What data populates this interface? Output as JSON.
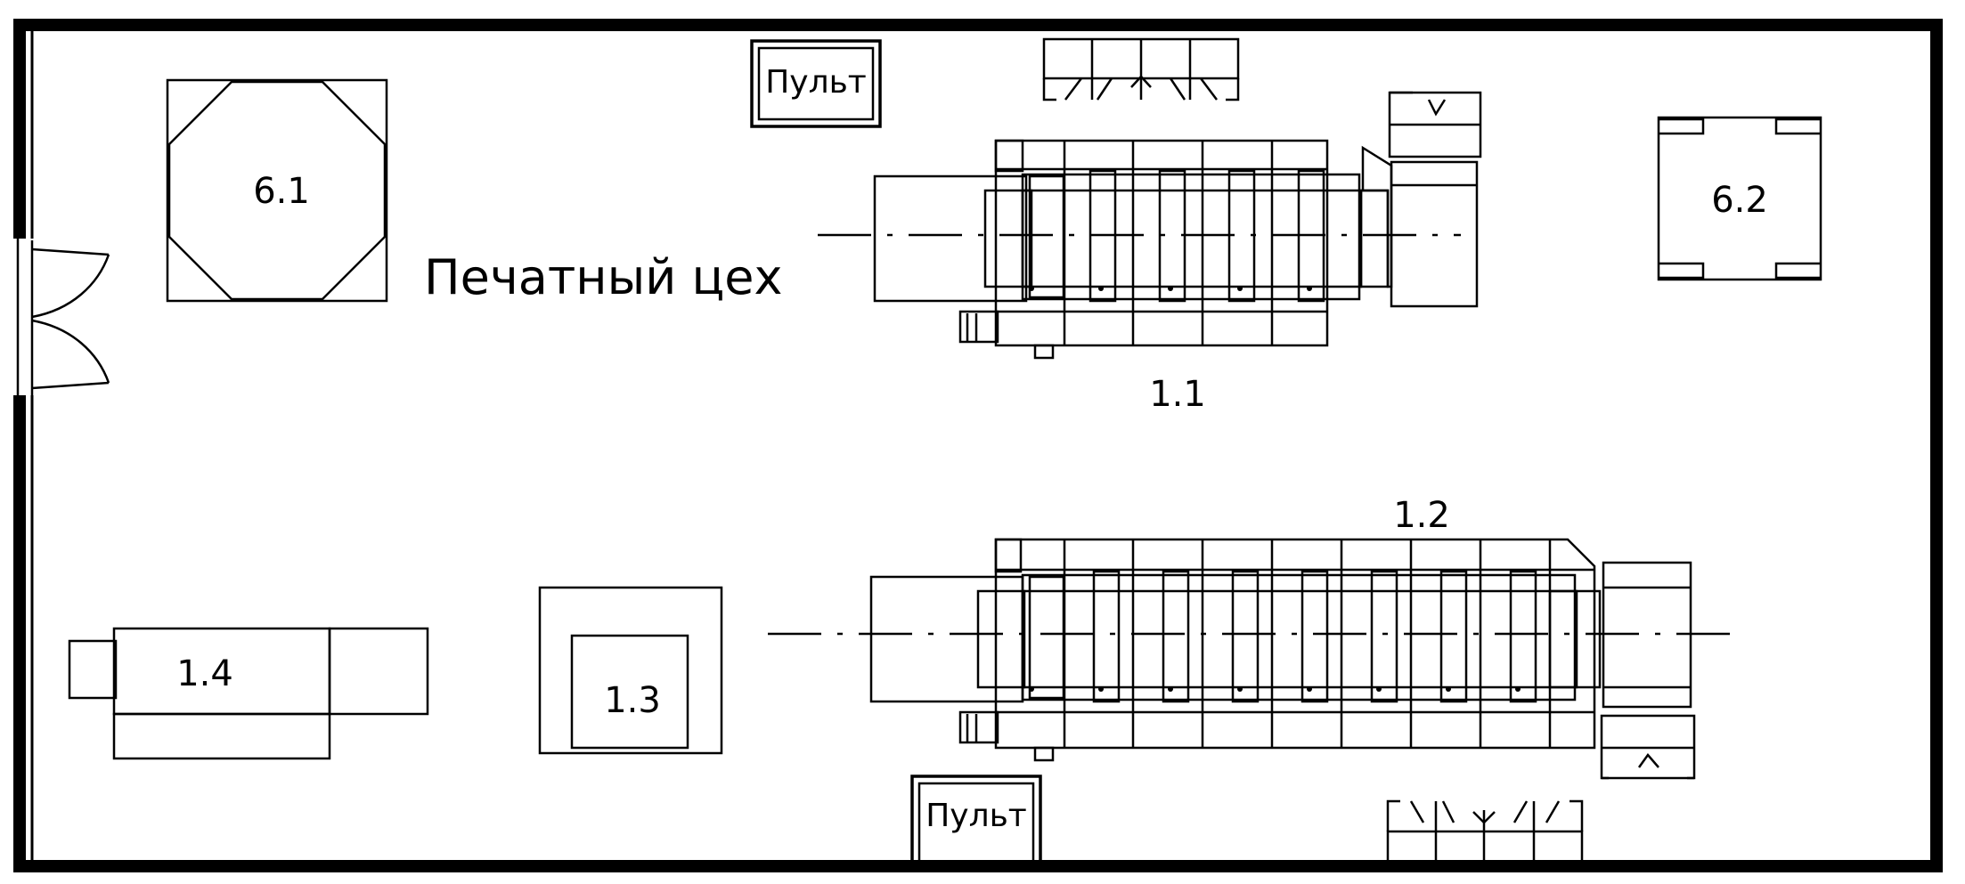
{
  "room": {
    "label": "Печатный цех"
  },
  "equipment": {
    "press_1": "1.1",
    "press_2": "1.2",
    "unit_1_3": "1.3",
    "unit_1_4": "1.4",
    "unit_6_1": "6.1",
    "unit_6_2": "6.2"
  },
  "consoles": {
    "top": "Пульт",
    "bottom": "Пульт"
  }
}
